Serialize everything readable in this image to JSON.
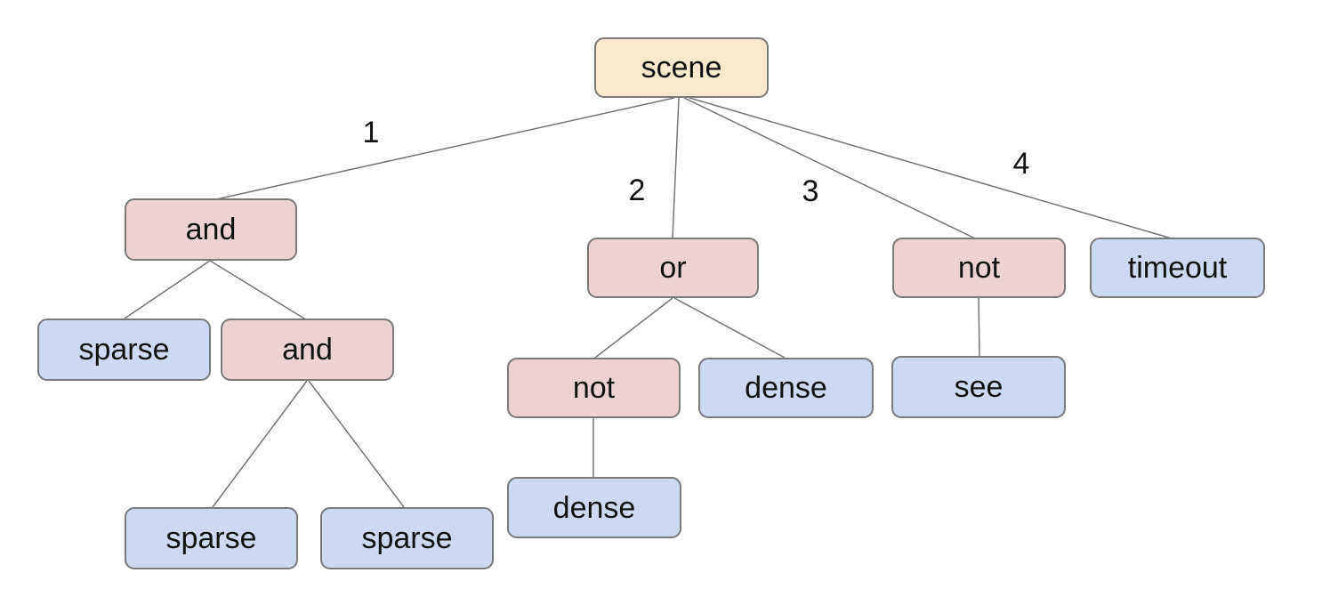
{
  "colors": {
    "root_fill": "#f7e8ce",
    "operator_fill": "#ecd2d2",
    "leaf_fill": "#cdd9f1",
    "border": "#7a7a7a",
    "line": "#757575",
    "text": "#111111"
  },
  "nodes": {
    "scene": {
      "label": "scene"
    },
    "and1": {
      "label": "and"
    },
    "or1": {
      "label": "or"
    },
    "not1": {
      "label": "not"
    },
    "timeout": {
      "label": "timeout"
    },
    "sparse1": {
      "label": "sparse"
    },
    "and2": {
      "label": "and"
    },
    "not2": {
      "label": "not"
    },
    "dense1": {
      "label": "dense"
    },
    "see": {
      "label": "see"
    },
    "sparse2": {
      "label": "sparse"
    },
    "sparse3": {
      "label": "sparse"
    },
    "dense2": {
      "label": "dense"
    }
  },
  "edge_labels": {
    "e1": "1",
    "e2": "2",
    "e3": "3",
    "e4": "4"
  }
}
